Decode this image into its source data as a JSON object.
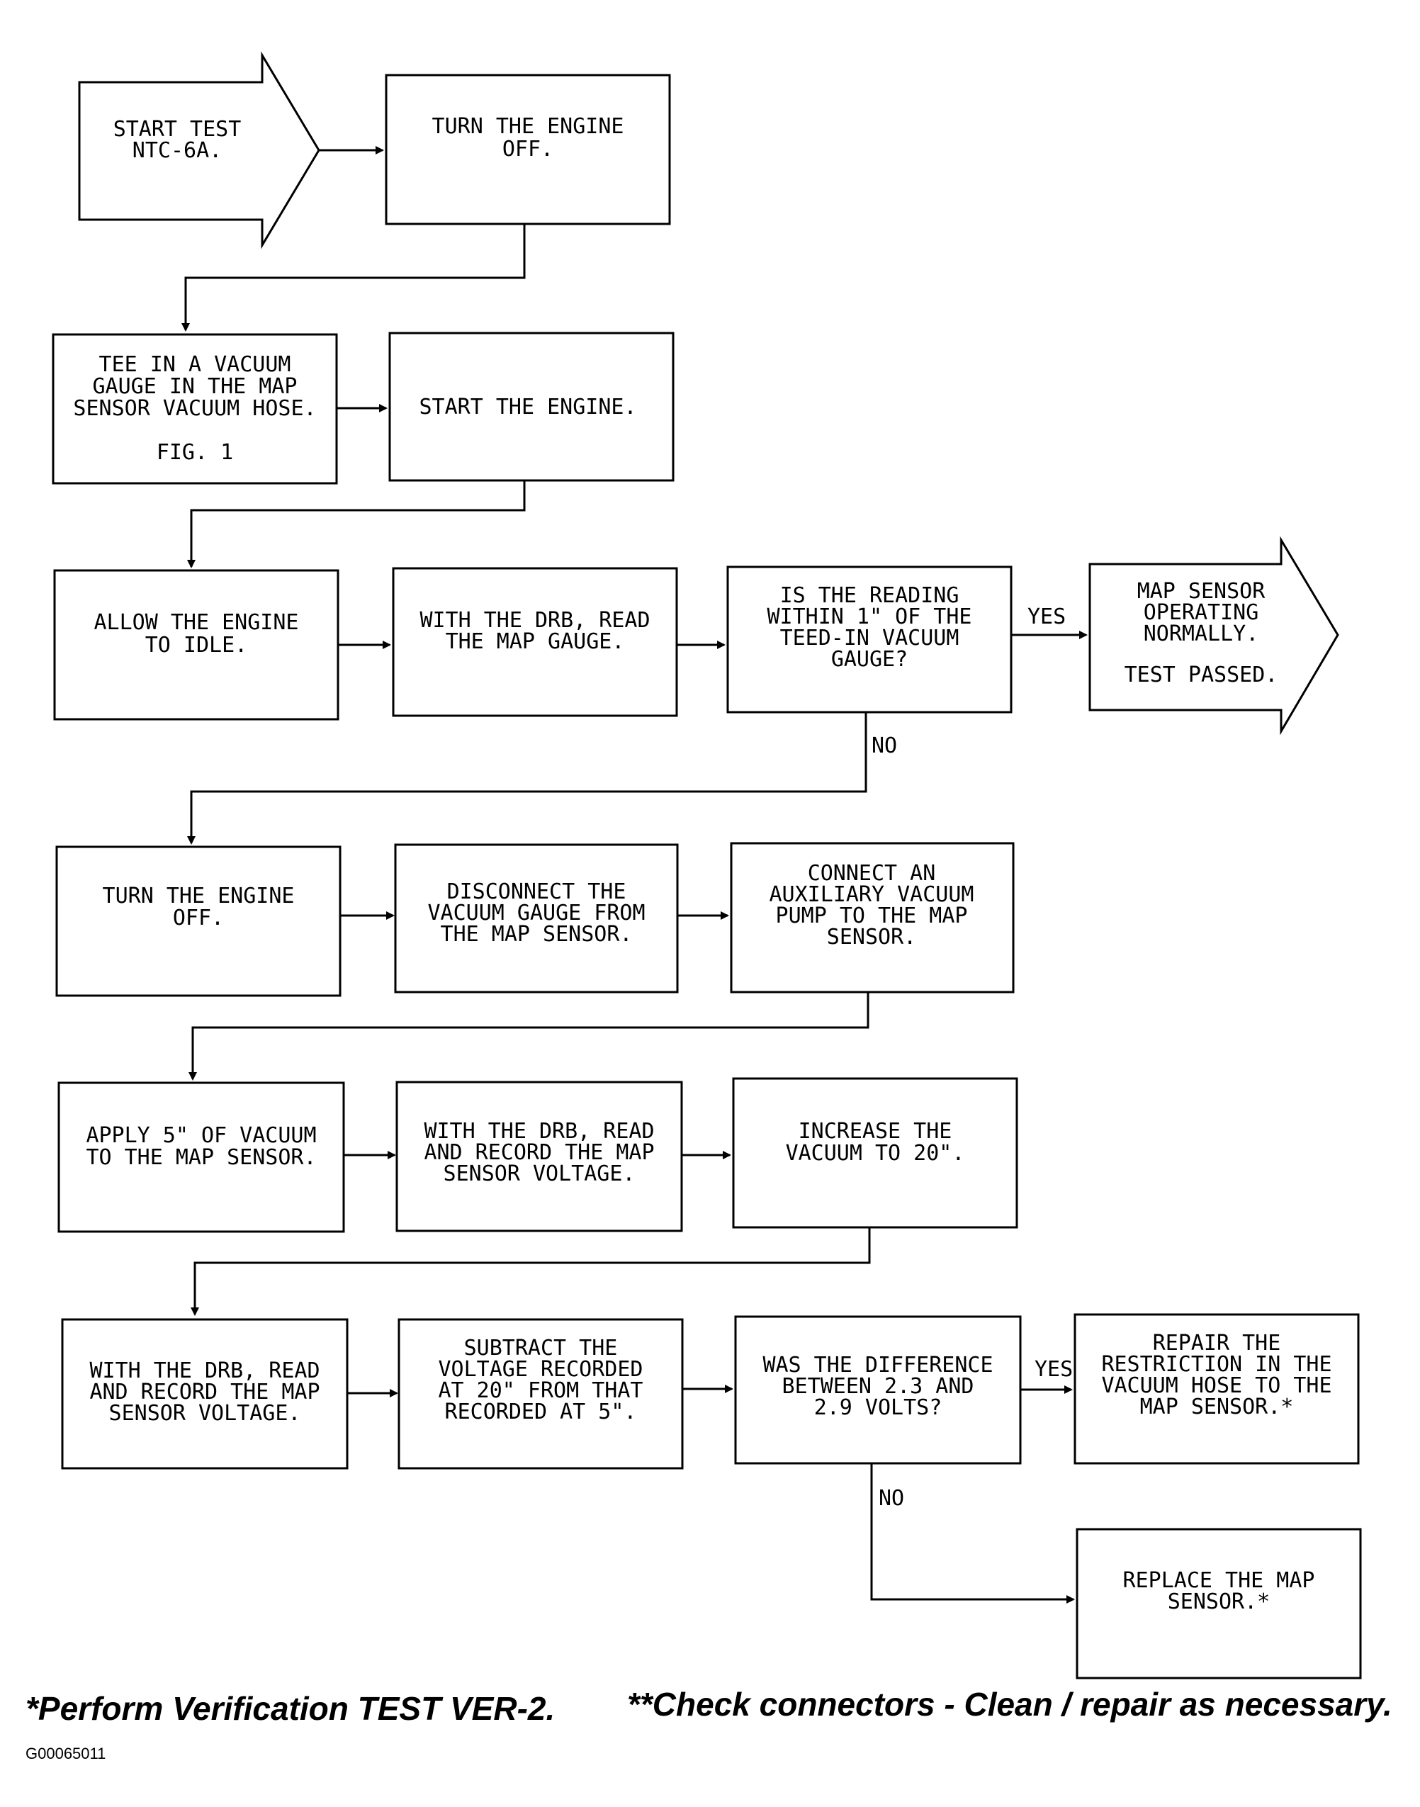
{
  "nodes": {
    "start": [
      "START TEST",
      "NTC-6A."
    ],
    "engine_off_1": [
      "TURN THE ENGINE",
      "OFF."
    ],
    "tee_gauge": [
      "TEE IN A VACUUM",
      "GAUGE IN THE MAP",
      "SENSOR VACUUM HOSE.",
      "",
      "FIG. 1"
    ],
    "start_engine": [
      "START THE ENGINE."
    ],
    "idle": [
      "ALLOW THE ENGINE",
      "TO IDLE."
    ],
    "read_map_gauge": [
      "WITH THE DRB, READ",
      "THE MAP GAUGE."
    ],
    "decision_reading": [
      "IS THE READING",
      "WITHIN 1\" OF THE",
      "TEED-IN VACUUM",
      "GAUGE?"
    ],
    "passed": [
      "MAP SENSOR",
      "OPERATING",
      "NORMALLY.",
      "",
      "TEST PASSED."
    ],
    "engine_off_2": [
      "TURN THE ENGINE",
      "OFF."
    ],
    "disconnect_gauge": [
      "DISCONNECT THE",
      "VACUUM GAUGE FROM",
      "THE MAP SENSOR."
    ],
    "connect_pump": [
      "CONNECT AN",
      "AUXILIARY VACUUM",
      "PUMP TO THE MAP",
      "SENSOR."
    ],
    "apply_vacuum": [
      "APPLY 5\" OF VACUUM",
      "TO THE MAP SENSOR."
    ],
    "record_voltage_1": [
      "WITH THE DRB, READ",
      "AND RECORD THE MAP",
      "SENSOR VOLTAGE."
    ],
    "increase_vacuum": [
      "INCREASE THE",
      "VACUUM TO 20\"."
    ],
    "record_voltage_2": [
      "WITH THE DRB, READ",
      "AND RECORD THE MAP",
      "SENSOR VOLTAGE."
    ],
    "subtract": [
      "SUBTRACT THE",
      "VOLTAGE RECORDED",
      "AT 20\" FROM THAT",
      "RECORDED AT 5\"."
    ],
    "decision_difference": [
      "WAS THE DIFFERENCE",
      "BETWEEN 2.3 AND",
      "2.9 VOLTS?"
    ],
    "repair_hose": [
      "REPAIR THE",
      "RESTRICTION IN THE",
      "VACUUM HOSE TO THE",
      "MAP SENSOR.*"
    ],
    "replace_sensor": [
      "REPLACE THE MAP",
      "SENSOR.*"
    ]
  },
  "edge_labels": {
    "reading_yes": "YES",
    "reading_no": "NO",
    "difference_yes": "YES",
    "difference_no": "NO"
  },
  "footer": {
    "note_1": "*Perform Verification TEST VER-2.",
    "note_2": "**Check connectors - Clean / repair as necessary.",
    "code": "G00065011"
  }
}
